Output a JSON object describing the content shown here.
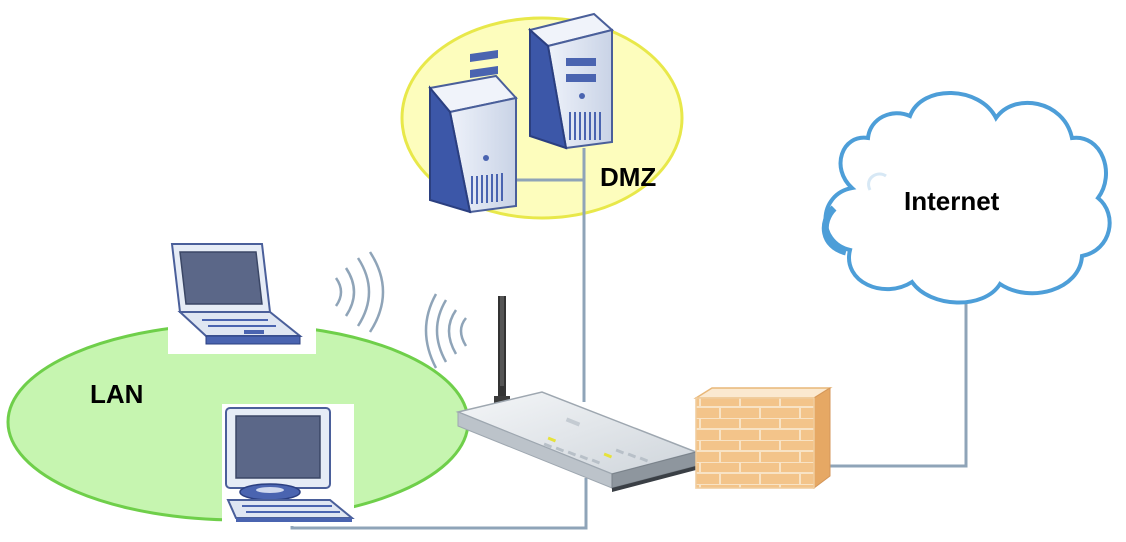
{
  "labels": {
    "dmz": "DMZ",
    "internet": "Internet",
    "lan": "LAN"
  },
  "colors": {
    "dmz_zone": "#fdfdbd",
    "dmz_zone_border": "#e8e84a",
    "lan_zone": "#c6f5b0",
    "lan_zone_border": "#6fcf4a",
    "link": "#8fa4b8",
    "brick": "#f3c48a",
    "cloud_outline": "#4d9ed8"
  },
  "nodes": [
    {
      "id": "dmz-server-1",
      "icon": "server-icon"
    },
    {
      "id": "dmz-server-2",
      "icon": "server-icon"
    },
    {
      "id": "laptop",
      "icon": "laptop-icon"
    },
    {
      "id": "desktop",
      "icon": "desktop-computer-icon"
    },
    {
      "id": "router",
      "icon": "wireless-router-icon"
    },
    {
      "id": "firewall",
      "icon": "firewall-icon"
    },
    {
      "id": "internet",
      "icon": "cloud-icon"
    }
  ],
  "links": [
    {
      "from": "dmz-server-1",
      "to": "dmz-server-2",
      "type": "wired"
    },
    {
      "from": "dmz-server-2",
      "to": "router",
      "type": "wired"
    },
    {
      "from": "desktop",
      "to": "router",
      "type": "wired"
    },
    {
      "from": "router",
      "to": "firewall",
      "type": "wired"
    },
    {
      "from": "firewall",
      "to": "internet",
      "type": "wired"
    },
    {
      "from": "laptop",
      "to": "router",
      "type": "wireless"
    }
  ]
}
